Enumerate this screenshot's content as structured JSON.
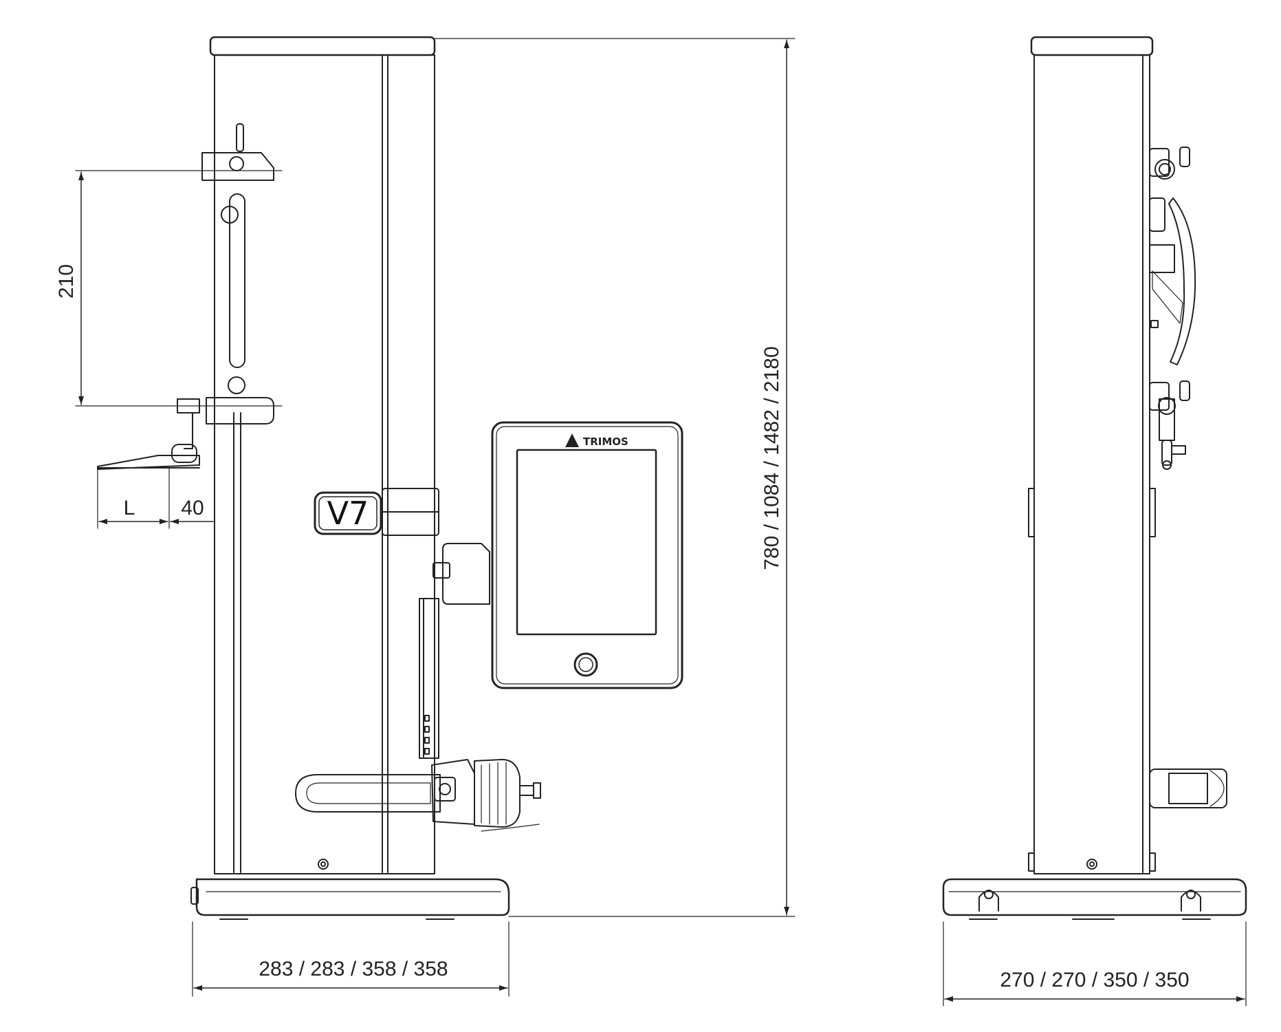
{
  "dimensions": {
    "height_range": "210",
    "scriber_length": "L",
    "scriber_offset": "40",
    "total_height": "780 / 1084 / 1482 / 2180",
    "front_width": "283 / 283 / 358 / 358",
    "side_depth": "270 / 270 / 350 / 350"
  },
  "labels": {
    "model_badge": "V7",
    "brand_logo": "TRIMOS"
  }
}
